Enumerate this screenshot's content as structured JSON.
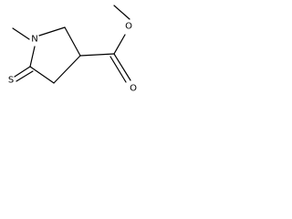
{
  "molecule": {
    "atoms": {
      "ring_nitrogen": "N",
      "thione_sulfur": "S",
      "carbonyl_oxygen": "O",
      "ester_oxygen": "O"
    },
    "colors": {
      "bond": "#000000",
      "label": "#000000",
      "background": "#ffffff"
    }
  }
}
